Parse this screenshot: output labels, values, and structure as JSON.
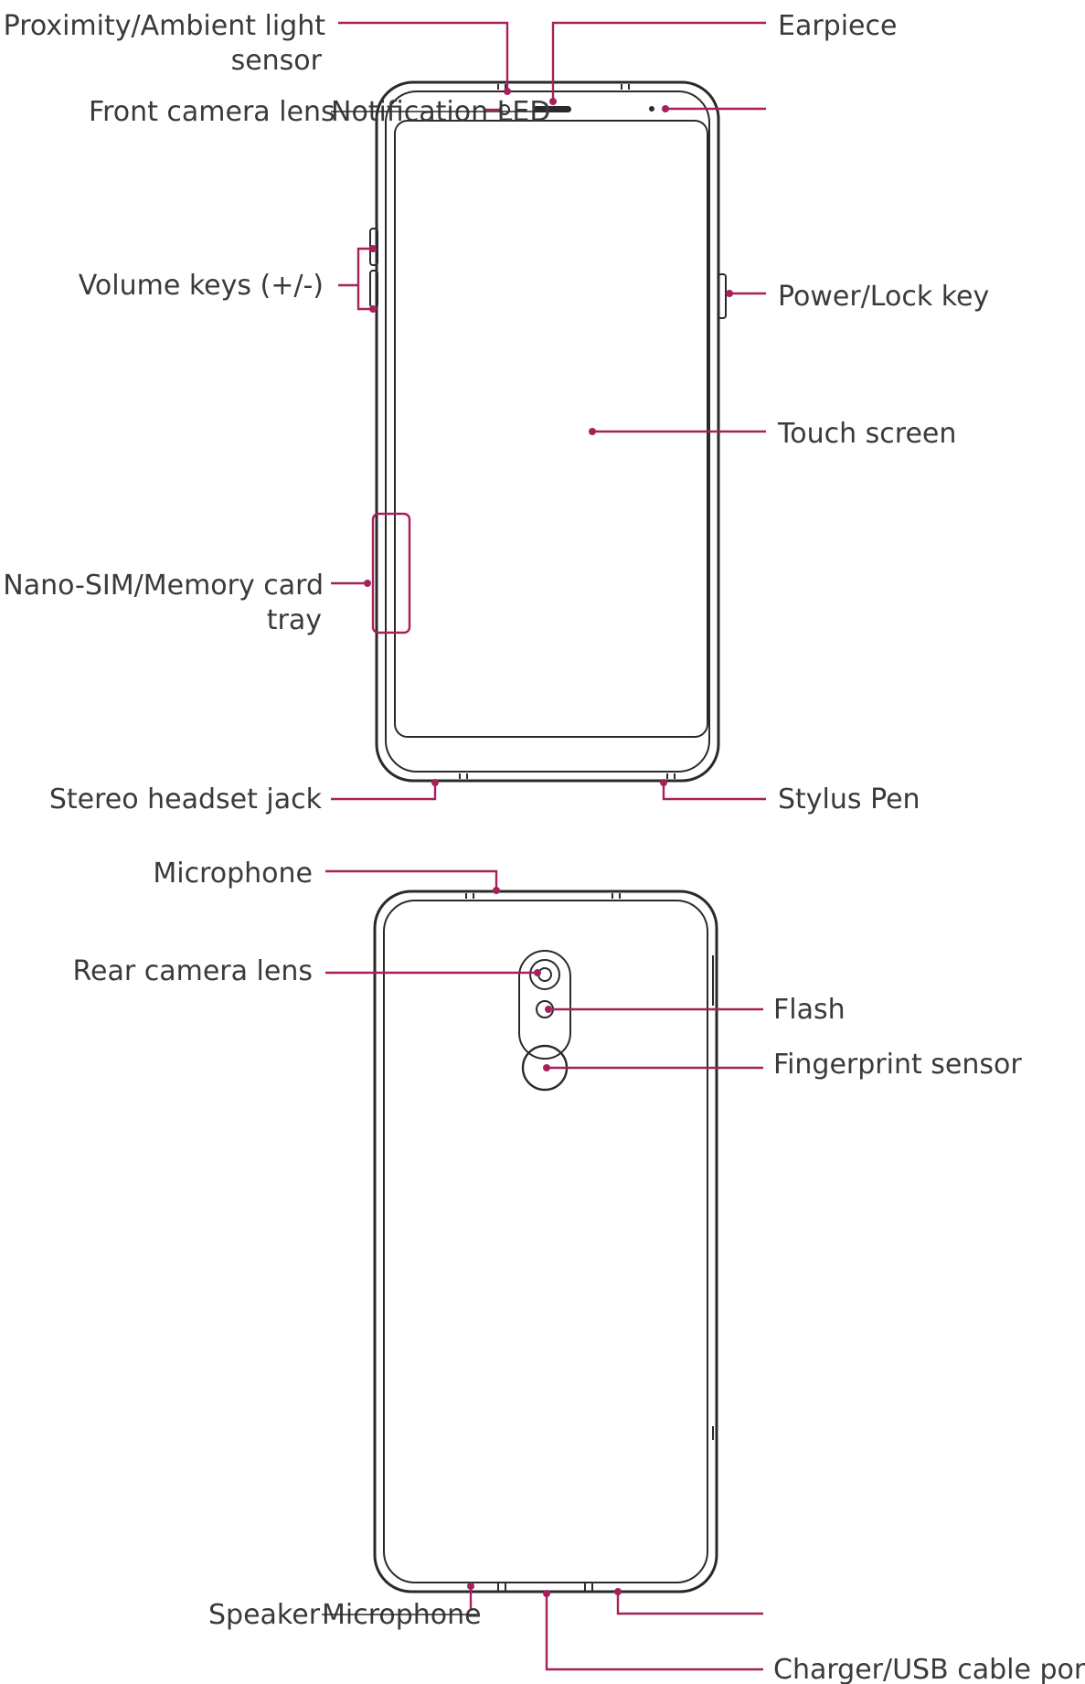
{
  "colors": {
    "leader": "#a8205a",
    "outline": "#2a2a2a",
    "text": "#3a3a3a"
  },
  "front": {
    "proximity_line1": "Proximity/Ambient light",
    "proximity_line2": "sensor",
    "earpiece": "Earpiece",
    "front_camera": "Front camera lens",
    "notification_led": "Notification LED",
    "volume_keys": "Volume keys (+/-)",
    "power_key": "Power/Lock key",
    "touch_screen": "Touch screen",
    "sim_tray_line1": "Nano-SIM/Memory card",
    "sim_tray_line2": "tray",
    "headset_jack": "Stereo headset jack",
    "stylus_pen": "Stylus Pen"
  },
  "rear": {
    "microphone_top": "Microphone",
    "rear_camera": "Rear camera lens",
    "flash": "Flash",
    "fingerprint": "Fingerprint sensor",
    "speaker": "Speaker",
    "microphone_bottom": "Microphone",
    "charger_port": "Charger/USB cable port"
  }
}
